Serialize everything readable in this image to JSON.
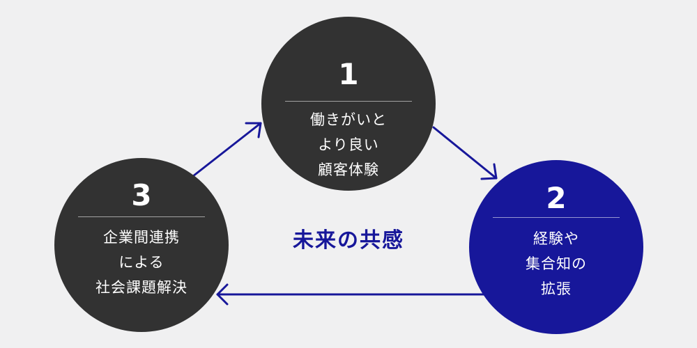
{
  "diagram": {
    "center_label": "未来の共感",
    "nodes": [
      {
        "number": "1",
        "lines": [
          "働きがいと",
          "より良い",
          "顧客体験"
        ]
      },
      {
        "number": "2",
        "lines": [
          "経験や",
          "集合知の",
          "拡張"
        ]
      },
      {
        "number": "3",
        "lines": [
          "企業間連携",
          "による",
          "社会課題解決"
        ]
      }
    ]
  },
  "colors": {
    "background": "#f0f0f1",
    "dark_circle": "#323232",
    "accent_blue": "#17179a",
    "text_white": "#ffffff"
  }
}
